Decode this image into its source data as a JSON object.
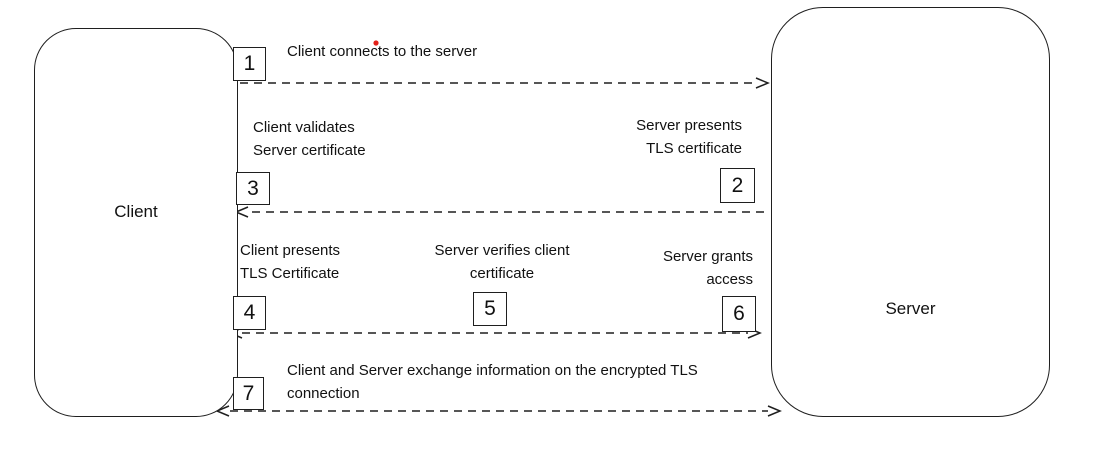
{
  "nodes": {
    "client": {
      "label": "Client"
    },
    "server": {
      "label": "Server"
    }
  },
  "steps": [
    {
      "num": "1",
      "label": "Client connects to the server"
    },
    {
      "num": "2",
      "label": "Server presents\nTLS certificate"
    },
    {
      "num": "3",
      "label": "Client validates\nServer certificate"
    },
    {
      "num": "4",
      "label": "Client presents\nTLS Certificate"
    },
    {
      "num": "5",
      "label": "Server verifies client\ncertificate"
    },
    {
      "num": "6",
      "label": "Server grants\naccess"
    },
    {
      "num": "7",
      "label": "Client and Server exchange information on the encrypted TLS\nconnection"
    }
  ],
  "arrows": [
    {
      "step": "1",
      "direction": "client-to-server"
    },
    {
      "step": "3",
      "direction": "server-to-client"
    },
    {
      "step": "4-6",
      "direction": "bidirectional"
    },
    {
      "step": "7",
      "direction": "bidirectional"
    }
  ],
  "icons": {
    "server_port": "port-target-icon",
    "server_rack_units": 3
  },
  "colors": {
    "rack_fill": "#d7e5f4",
    "rack_border": "#1f1f1f",
    "line": "#1f1f1f",
    "red_dot": "#e32119",
    "background": "#ffffff"
  }
}
